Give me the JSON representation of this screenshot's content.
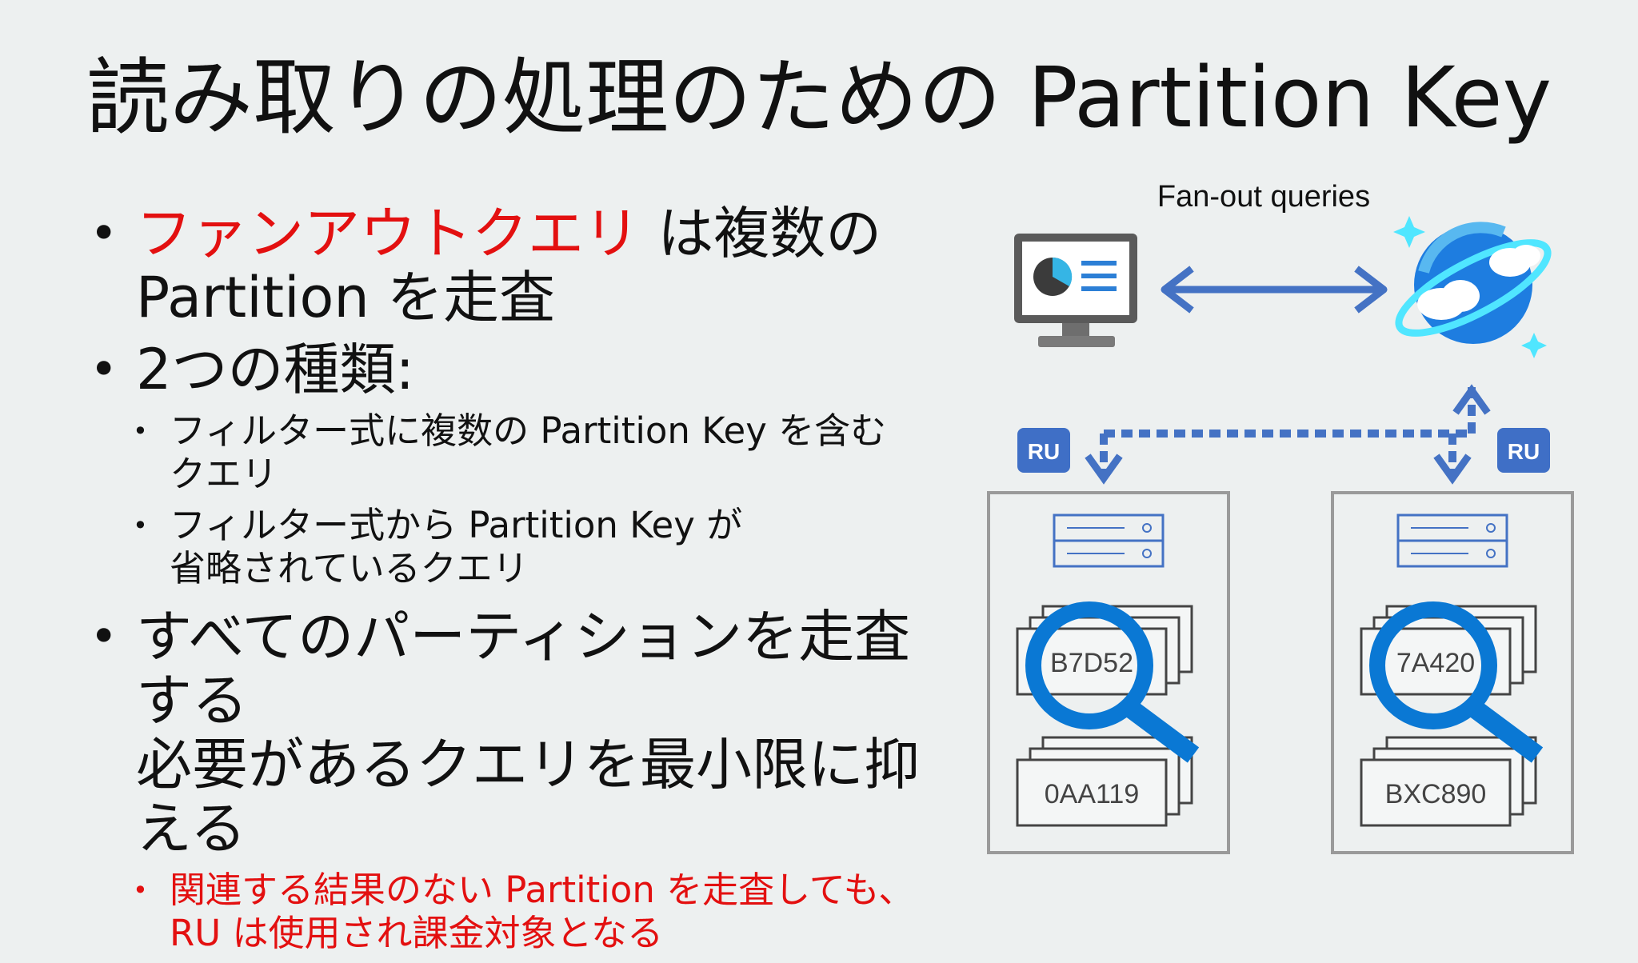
{
  "slide": {
    "title": "読み取りの処理のための Partition Key"
  },
  "bullets": {
    "b1_highlight": "ファンアウトクエリ",
    "b1_rest": " は複数の",
    "b1_line2": "Partition を走査",
    "b2": "2つの種類:",
    "b2_sub1_line1": "フィルター式に複数の Partition Key を含む",
    "b2_sub1_line2": "クエリ",
    "b2_sub2_line1": "フィルター式から Partition Key が",
    "b2_sub2_line2": "省略されているクエリ",
    "b3_line1": "すべてのパーティションを走査",
    "b3_line2": "する",
    "b3_line3": "必要があるクエリを最小限に抑",
    "b3_line4": "える",
    "b3_sub1_line1": "関連する結果のない Partition を走査しても、",
    "b3_sub1_line2": "RU は使用され課金対象となる"
  },
  "diagram": {
    "caption": "Fan-out queries",
    "ru_left": "RU",
    "ru_right": "RU",
    "left_keys": [
      "B7D52",
      "0AA119"
    ],
    "right_keys": [
      "7A420",
      "BXC890"
    ],
    "colors": {
      "accent": "#4472c4",
      "ru_badge": "#3f6fc6",
      "magnifier": "#0a78d4",
      "partition_border": "#9a9a9a",
      "highlight": "#e31010"
    },
    "icons": [
      "monitor-icon",
      "cosmos-db-icon",
      "server-icon",
      "magnifier-icon"
    ]
  }
}
